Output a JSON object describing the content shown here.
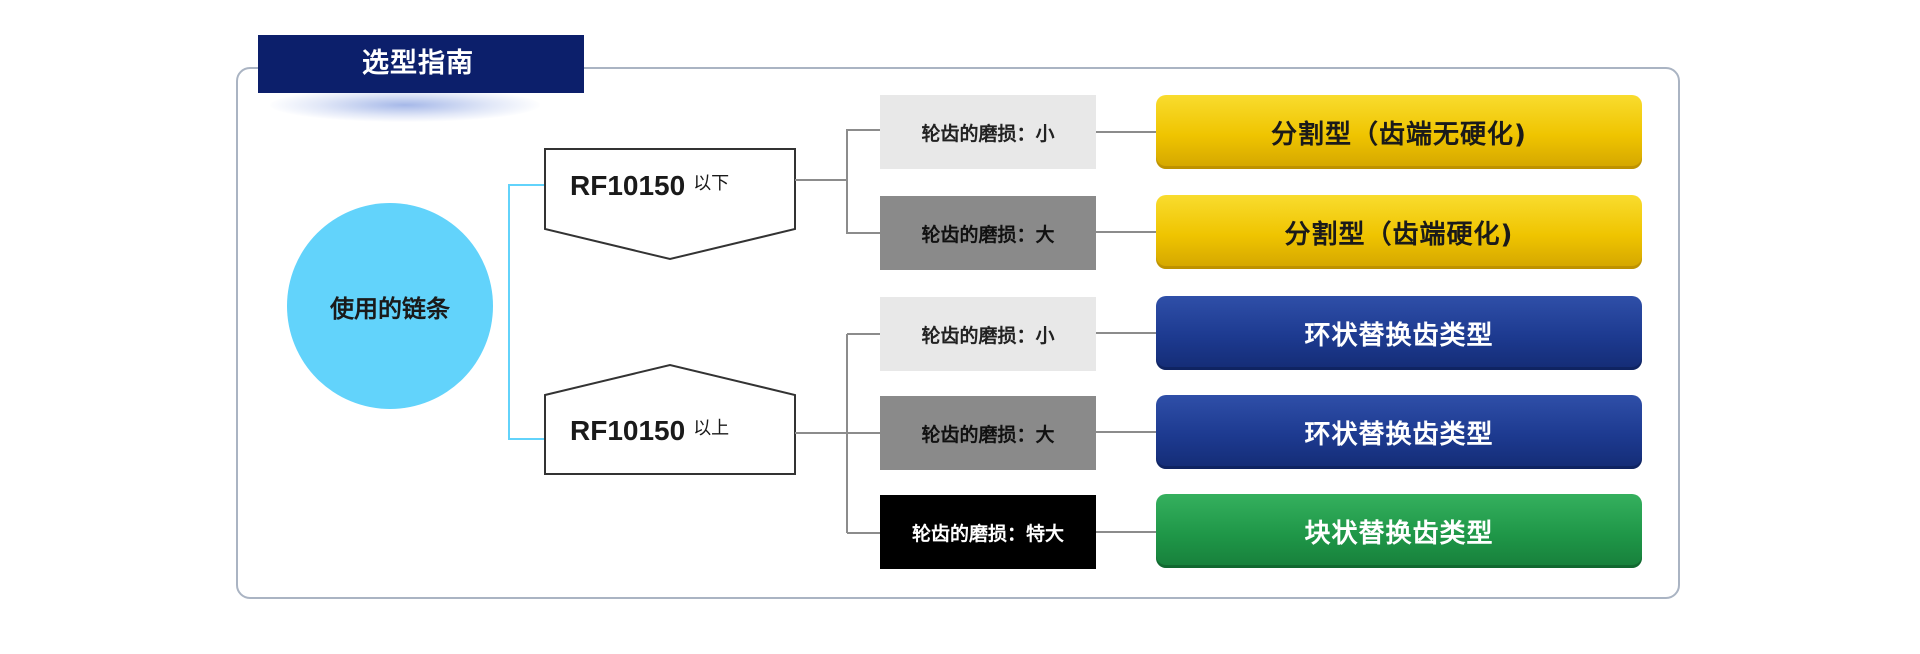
{
  "guide": {
    "title": "选型指南",
    "root_label": "使用的链条",
    "branches": [
      {
        "code": "RF10150",
        "qualifier": "以下",
        "options": [
          {
            "wear": "轮齿的磨损：小",
            "level": "small",
            "result": "分割型（齿端无硬化)",
            "result_color": "yellow"
          },
          {
            "wear": "轮齿的磨损：大",
            "level": "large",
            "result": "分割型（齿端硬化)",
            "result_color": "yellow"
          }
        ]
      },
      {
        "code": "RF10150",
        "qualifier": "以上",
        "options": [
          {
            "wear": "轮齿的磨损：小",
            "level": "small",
            "result": "环状替换齿类型",
            "result_color": "blue"
          },
          {
            "wear": "轮齿的磨损：大",
            "level": "large",
            "result": "环状替换齿类型",
            "result_color": "blue"
          },
          {
            "wear": "轮齿的磨损：特大",
            "level": "xlarge",
            "result": "块状替换齿类型",
            "result_color": "green"
          }
        ]
      }
    ]
  },
  "colors": {
    "title_bg": "#0c1f6b",
    "root_circle": "#62d3fb",
    "root_connector": "#62d3fb",
    "connector": "#8c8c8c",
    "wear_small": "#e8e8e8",
    "wear_large": "#8a8a8a",
    "wear_xlarge": "#000000",
    "result_yellow": "#efc400",
    "result_blue": "#1d3a90",
    "result_green": "#1f9748"
  }
}
